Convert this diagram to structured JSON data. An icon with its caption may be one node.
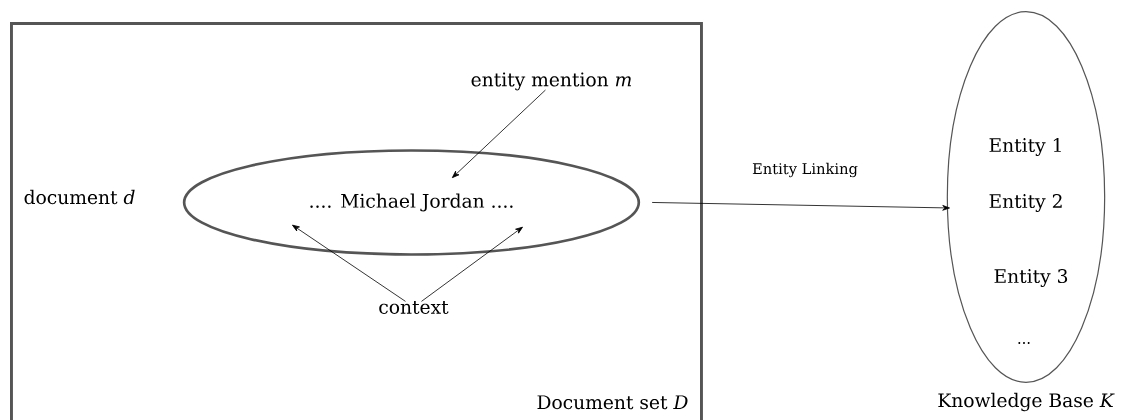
{
  "diagram": {
    "nodes": [
      {
        "text": [
          "Document set *D*"
        ]
      },
      {
        "text": [
          ".... Michael Jordan ...."
        ],
        "beside": [
          "document *d*"
        ],
        "in": 0
      },
      {
        "text": [
          "entity mention *m*"
        ],
        "in": 0
      },
      {
        "text": [
          "context"
        ],
        "in": 0
      },
      {
        "text": [
          "Entity 1",
          "Entity 2",
          "Entity 3",
          "...",
          "Knowledge Base *K*"
        ]
      }
    ],
    "edges": [
      {
        "from": 2,
        "to": 1,
        "arrow": "to"
      },
      {
        "from": 3,
        "to": 1,
        "arrow": "to"
      },
      {
        "from": 3,
        "to": 1,
        "arrow": "to"
      },
      {
        "from": 1,
        "to": 4,
        "arrow": "to",
        "label": "Entity Linking"
      }
    ]
  }
}
